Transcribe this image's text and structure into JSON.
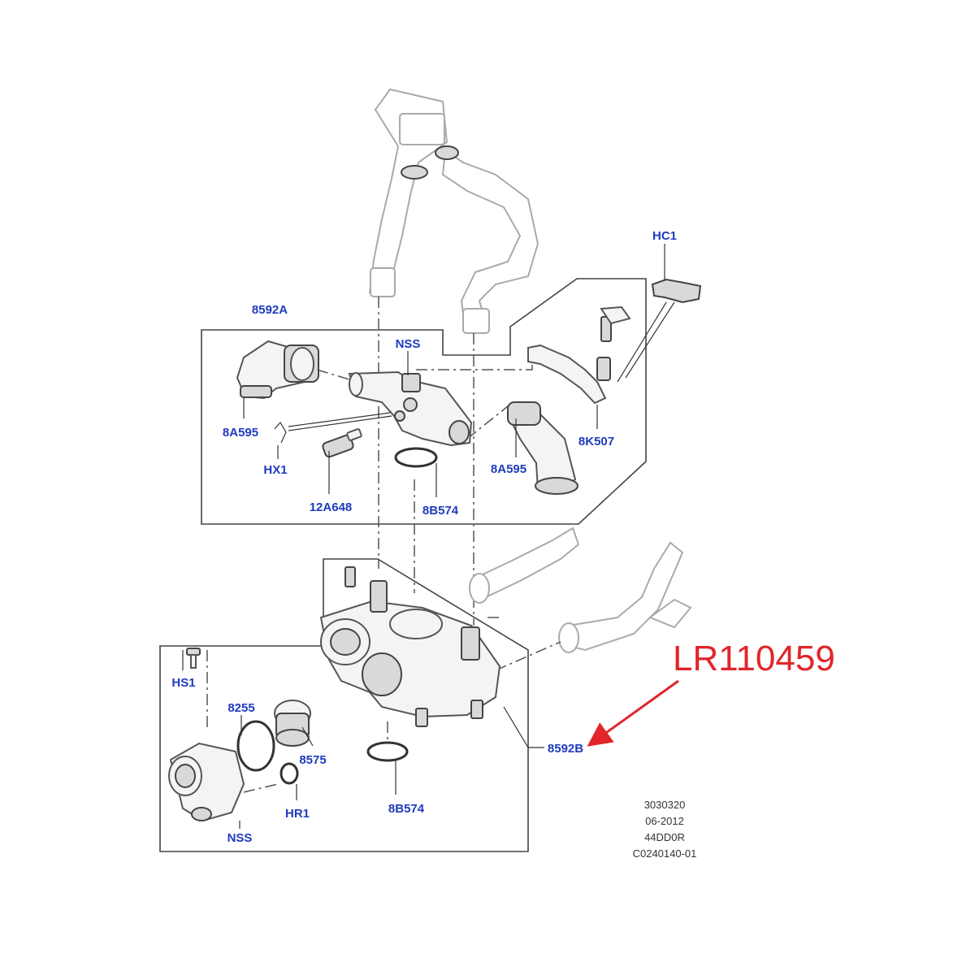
{
  "callouts": {
    "hc1": "HC1",
    "a8592": "8592A",
    "nss_top": "NSS",
    "a8595_left": "8A595",
    "hx1": "HX1",
    "a12648": "12A648",
    "b8574_top": "8B574",
    "a8595_right": "8A595",
    "k8507": "8K507",
    "hs1": "HS1",
    "p8255": "8255",
    "p8575": "8575",
    "hr1": "HR1",
    "nss_bottom": "NSS",
    "b8574_bottom": "8B574",
    "b8592": "8592B"
  },
  "part_number_annotation": "LR110459",
  "footer": {
    "line1": "3030320",
    "line2": "06-2012",
    "line3": "44DD0R",
    "line4": "C0240140-01"
  },
  "colors": {
    "callout": "#1f3bbf",
    "annotation": "#e0262b",
    "linework": "#444444"
  }
}
